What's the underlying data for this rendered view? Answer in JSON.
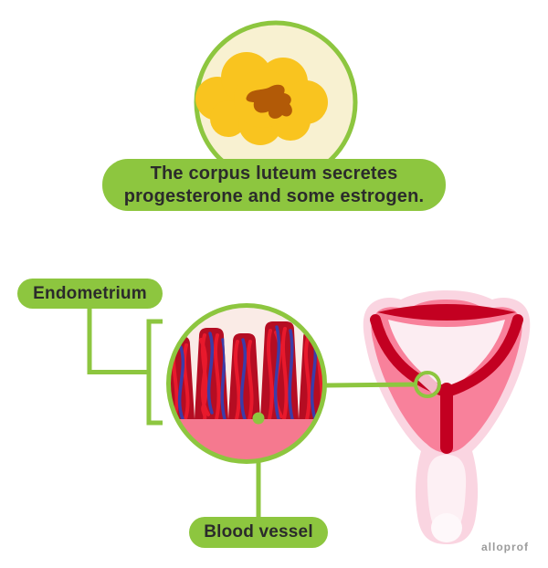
{
  "caption": {
    "line1": "The corpus luteum secretes",
    "line2": "progesterone and some estrogen."
  },
  "labels": {
    "endometrium": "Endometrium",
    "blood_vessel": "Blood vessel"
  },
  "watermark": "alloprof",
  "icons": [
    {
      "name": "corpus-luteum-illustration",
      "desc": "yellow cloud-shaped corpus luteum with brown core in cream circle with green ring"
    },
    {
      "name": "magnifier-circle",
      "desc": "green-ringed zoom circle showing endometrium tissue columns with blood vessels"
    },
    {
      "name": "uterus-illustration",
      "desc": "pink uterus cross-section with dark red endometrial lining"
    },
    {
      "name": "zoom-target-ring",
      "desc": "small green circle marking magnified spot on uterus lining"
    },
    {
      "name": "blood-vessel-dot",
      "desc": "green dot anchor of blood vessel pointer line"
    }
  ],
  "colors": {
    "green": "#8DC63F",
    "dark_text": "#2B2B2B",
    "cream": "#F8F1D1",
    "yellow": "#F9C41F",
    "brown": "#B25A07",
    "col_red": "#B50D22",
    "bright_red": "#E8192C",
    "vessel_blue": "#3C3CA8",
    "mag_bg": "#FAEBE6",
    "mag_pink": "#F5798F",
    "uterus_outer": "#FAD5E1",
    "uterus_inner": "#F8819B",
    "lining_red": "#C30021",
    "cavity": "#FCEDF2",
    "canal_inner": "#FDF0F4",
    "highlight_band": "#F4B9C8",
    "watermark": "#9B9B9B"
  }
}
